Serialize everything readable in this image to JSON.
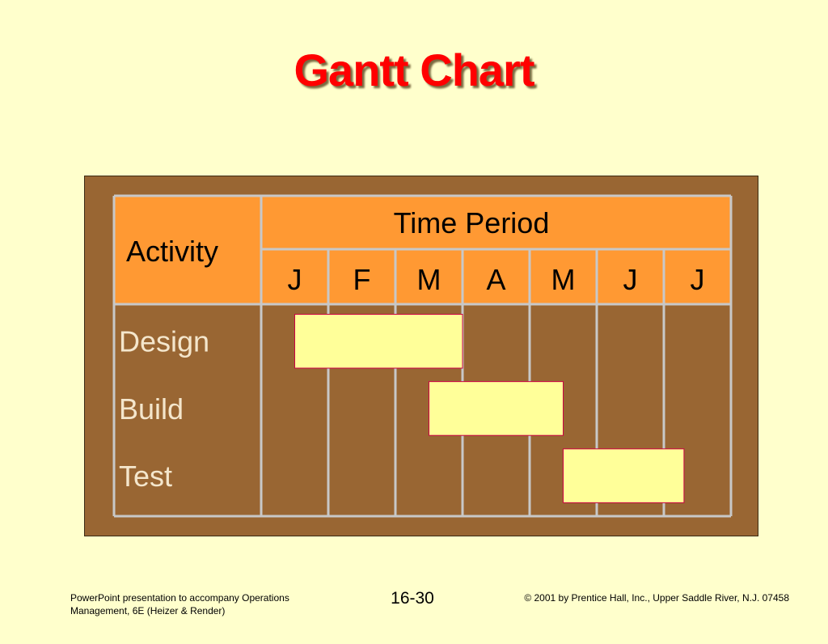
{
  "slide": {
    "title": "Gantt Chart"
  },
  "footer": {
    "left_line1": "PowerPoint presentation to accompany Operations",
    "left_line2": "Management, 6E (Heizer & Render)",
    "page_number": "16-30",
    "copyright": "© 2001 by Prentice Hall, Inc.,  Upper Saddle River, N.J. 07458"
  },
  "colors": {
    "background": "#ffffcc",
    "frame": "#996633",
    "header_fill": "#ff9933",
    "grid_line": "#c8c8c8",
    "bar_fill": "#ffff99",
    "bar_stroke": "#cc0044",
    "title": "#ff0000",
    "row_label": "#f4e6cc"
  },
  "chart_data": {
    "type": "gantt",
    "activity_header": "Activity",
    "time_header": "Time Period",
    "periods": [
      "J",
      "F",
      "M",
      "A",
      "M",
      "J",
      "J"
    ],
    "tasks": [
      {
        "name": "Design",
        "start": 0.5,
        "end": 3.0
      },
      {
        "name": "Build",
        "start": 2.5,
        "end": 4.5
      },
      {
        "name": "Test",
        "start": 4.5,
        "end": 6.3
      }
    ]
  }
}
